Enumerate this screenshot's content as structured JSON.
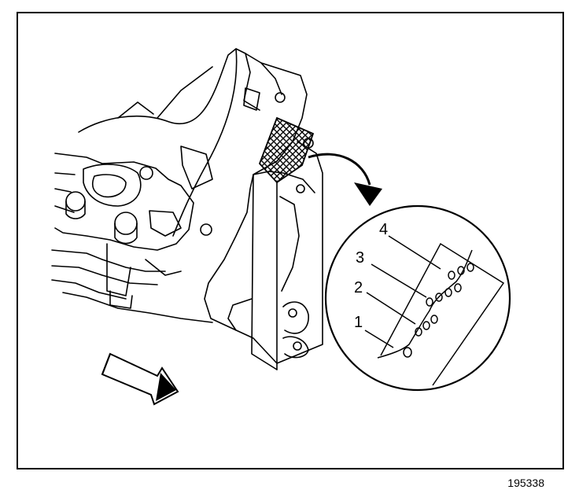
{
  "figure": {
    "id_label": "195338",
    "callouts": [
      {
        "label": "1"
      },
      {
        "label": "2"
      },
      {
        "label": "3"
      },
      {
        "label": "4"
      }
    ],
    "colors": {
      "ink": "#000000",
      "paper": "#ffffff"
    }
  }
}
